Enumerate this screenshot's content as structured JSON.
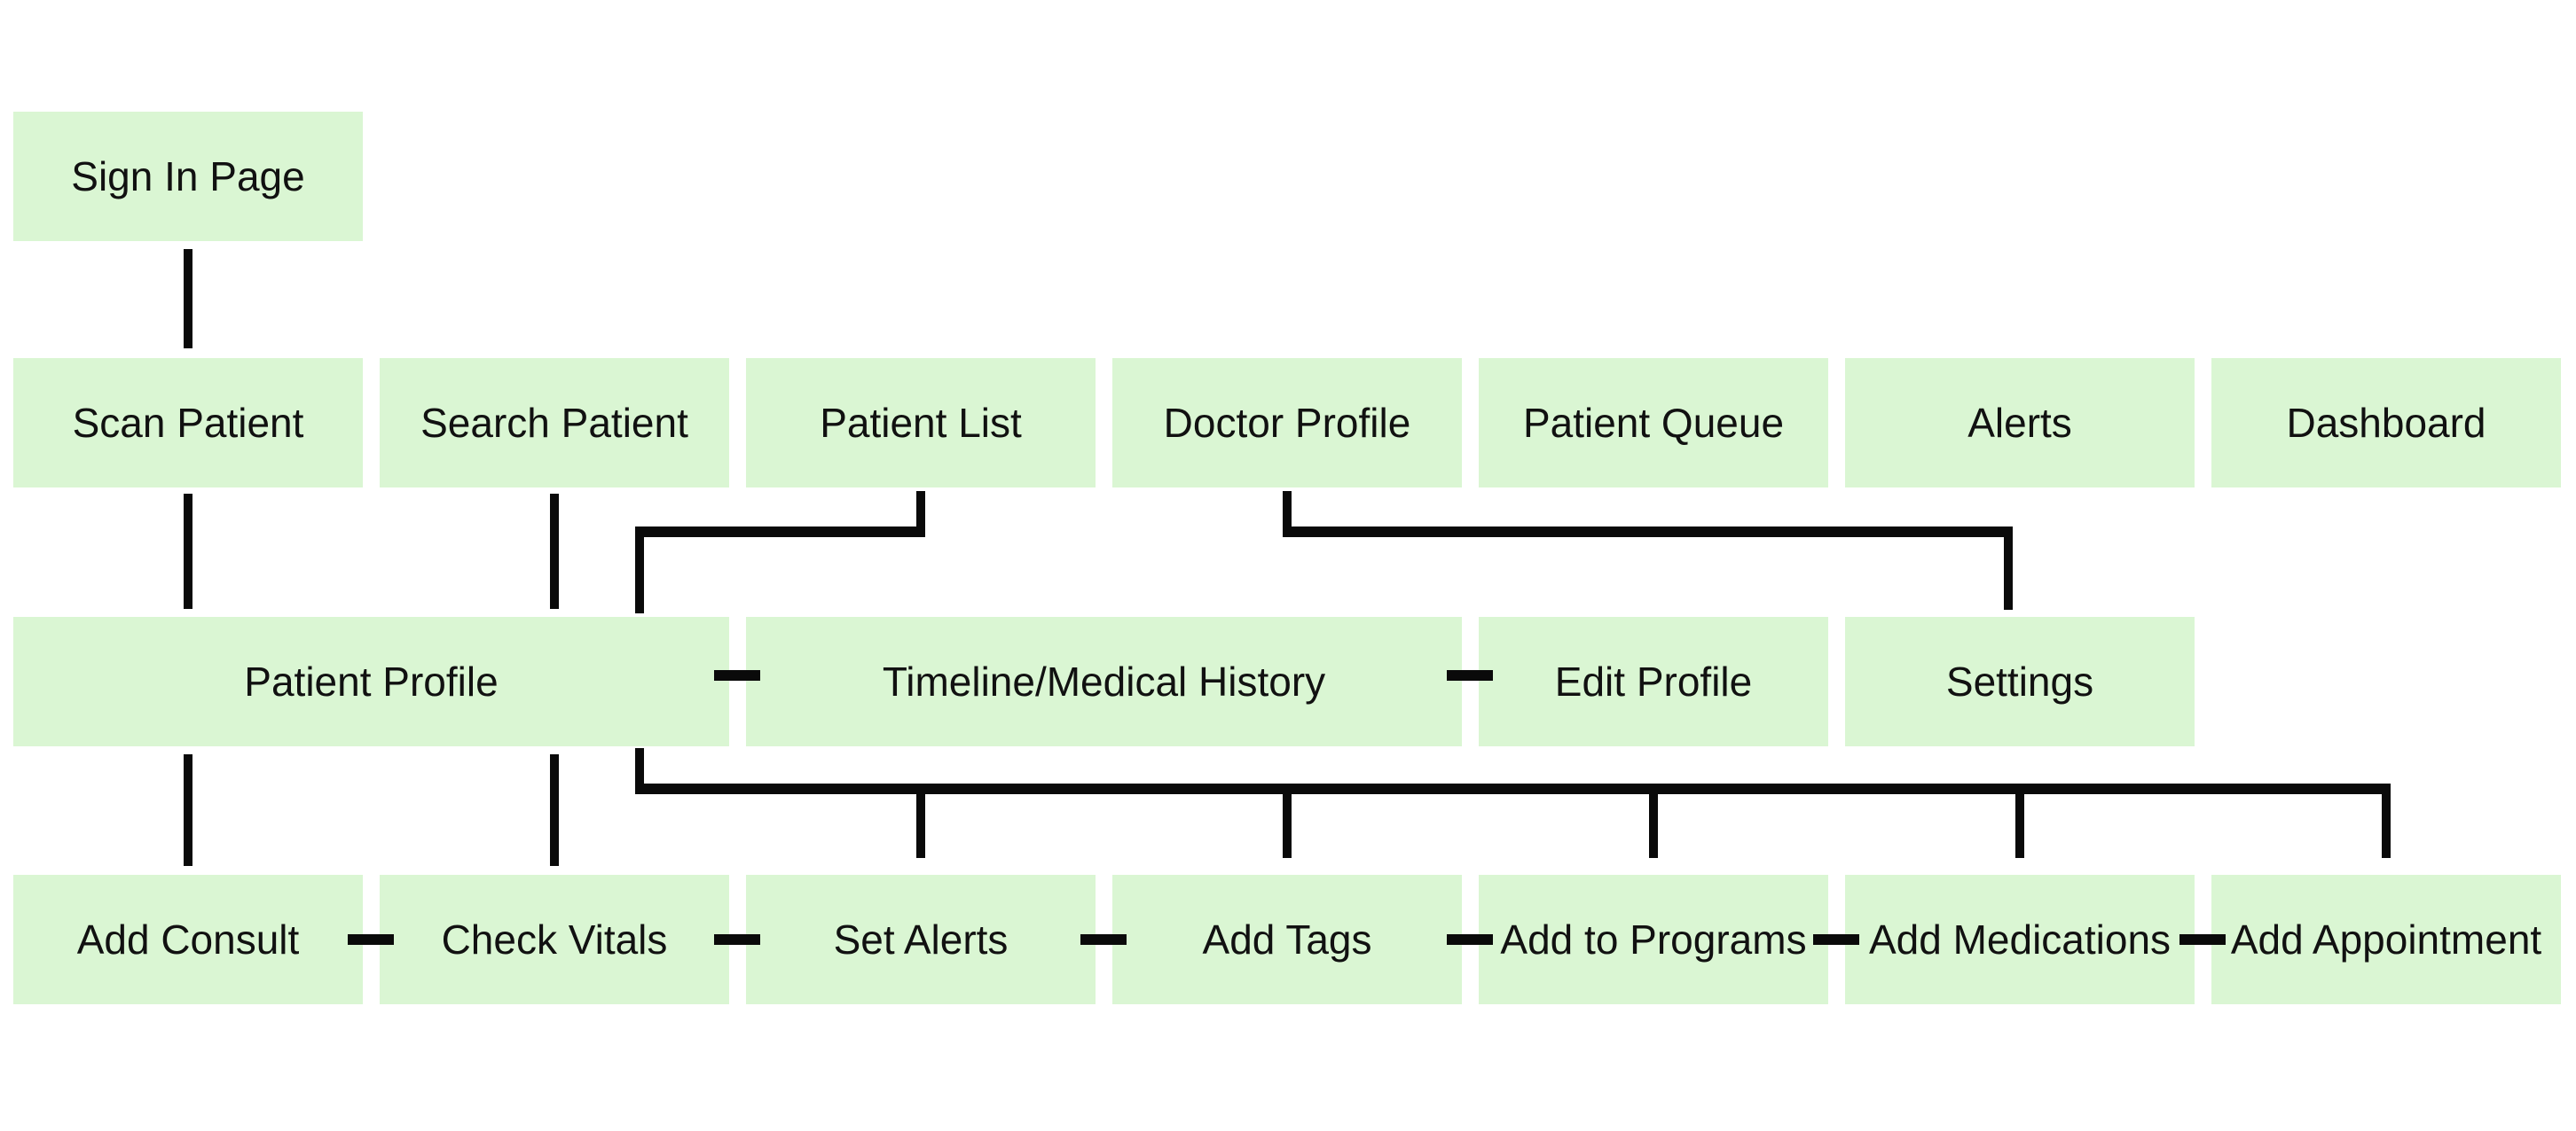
{
  "colors": {
    "node_fill": "#daf6d3",
    "line": "#0a0a0a",
    "text": "#111111",
    "canvas_bg": "#ffffff"
  },
  "nodes": {
    "sign_in": {
      "label": "Sign In Page"
    },
    "scan_patient": {
      "label": "Scan Patient"
    },
    "search_patient": {
      "label": "Search Patient"
    },
    "patient_list": {
      "label": "Patient List"
    },
    "doctor_profile": {
      "label": "Doctor Profile"
    },
    "patient_queue": {
      "label": "Patient Queue"
    },
    "alerts": {
      "label": "Alerts"
    },
    "dashboard": {
      "label": "Dashboard"
    },
    "patient_profile": {
      "label": "Patient Profile"
    },
    "timeline": {
      "label": "Timeline/Medical History"
    },
    "edit_profile": {
      "label": "Edit Profile"
    },
    "settings": {
      "label": "Settings"
    },
    "add_consult": {
      "label": "Add Consult"
    },
    "check_vitals": {
      "label": "Check Vitals"
    },
    "set_alerts": {
      "label": "Set Alerts"
    },
    "add_tags": {
      "label": "Add Tags"
    },
    "add_to_programs": {
      "label": "Add to Programs"
    },
    "add_medications": {
      "label": "Add Medications"
    },
    "add_appointment": {
      "label": "Add Appointment"
    }
  },
  "edges": [
    {
      "from": "sign_in",
      "to": "scan_patient",
      "connector": "line"
    },
    {
      "from": "scan_patient",
      "to": "patient_profile",
      "connector": "line"
    },
    {
      "from": "search_patient",
      "to": "patient_profile",
      "connector": "line"
    },
    {
      "from": "patient_list",
      "to": "patient_profile",
      "connector": "elbow"
    },
    {
      "from": "doctor_profile",
      "to": "settings",
      "connector": "elbow"
    },
    {
      "from": "patient_profile",
      "to": "timeline",
      "connector": "dash"
    },
    {
      "from": "timeline",
      "to": "edit_profile",
      "connector": "dash"
    },
    {
      "from": "patient_profile",
      "to": "add_consult",
      "connector": "line"
    },
    {
      "from": "patient_profile",
      "to": "check_vitals",
      "connector": "line"
    },
    {
      "from": "patient_profile",
      "to": "set_alerts",
      "connector": "comb"
    },
    {
      "from": "patient_profile",
      "to": "add_tags",
      "connector": "comb"
    },
    {
      "from": "patient_profile",
      "to": "add_to_programs",
      "connector": "comb"
    },
    {
      "from": "patient_profile",
      "to": "add_medications",
      "connector": "comb"
    },
    {
      "from": "patient_profile",
      "to": "add_appointment",
      "connector": "comb"
    },
    {
      "from": "add_consult",
      "to": "check_vitals",
      "connector": "dash"
    },
    {
      "from": "check_vitals",
      "to": "set_alerts",
      "connector": "dash"
    },
    {
      "from": "set_alerts",
      "to": "add_tags",
      "connector": "dash"
    },
    {
      "from": "add_tags",
      "to": "add_to_programs",
      "connector": "dash"
    },
    {
      "from": "add_to_programs",
      "to": "add_medications",
      "connector": "dash"
    },
    {
      "from": "add_medications",
      "to": "add_appointment",
      "connector": "dash"
    }
  ]
}
